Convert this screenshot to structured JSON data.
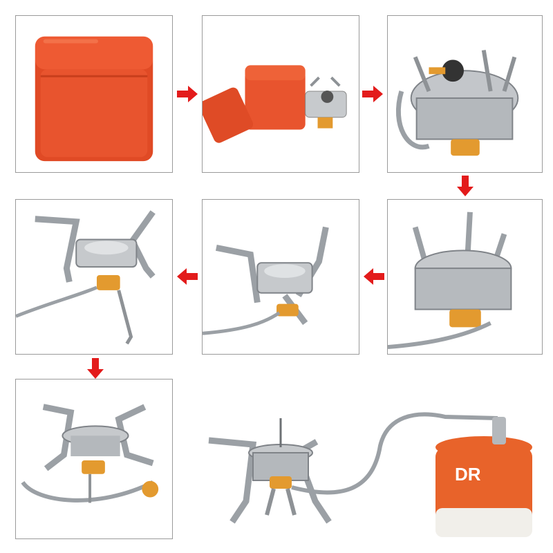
{
  "figure": {
    "steps": [
      {
        "id": 1,
        "content": "orange-storage-box-closed"
      },
      {
        "id": 2,
        "content": "box-opened-with-folded-stove"
      },
      {
        "id": 3,
        "content": "folded-stove-with-hose"
      },
      {
        "id": 4,
        "content": "stove-pot-supports-rising"
      },
      {
        "id": 5,
        "content": "stove-legs-unfolding"
      },
      {
        "id": 6,
        "content": "stove-partially-unfolded"
      },
      {
        "id": 7,
        "content": "stove-fully-unfolded-with-hose"
      },
      {
        "id": 8,
        "content": "stove-connected-to-gas-canister"
      }
    ],
    "colors": {
      "box": "#e8542e",
      "arrow": "#e31b1b",
      "frame": "#9a9a9a",
      "metal": "#b9bcc0",
      "brass": "#e39a2f",
      "canister": "#e8632a"
    },
    "canister_label": "DR"
  }
}
